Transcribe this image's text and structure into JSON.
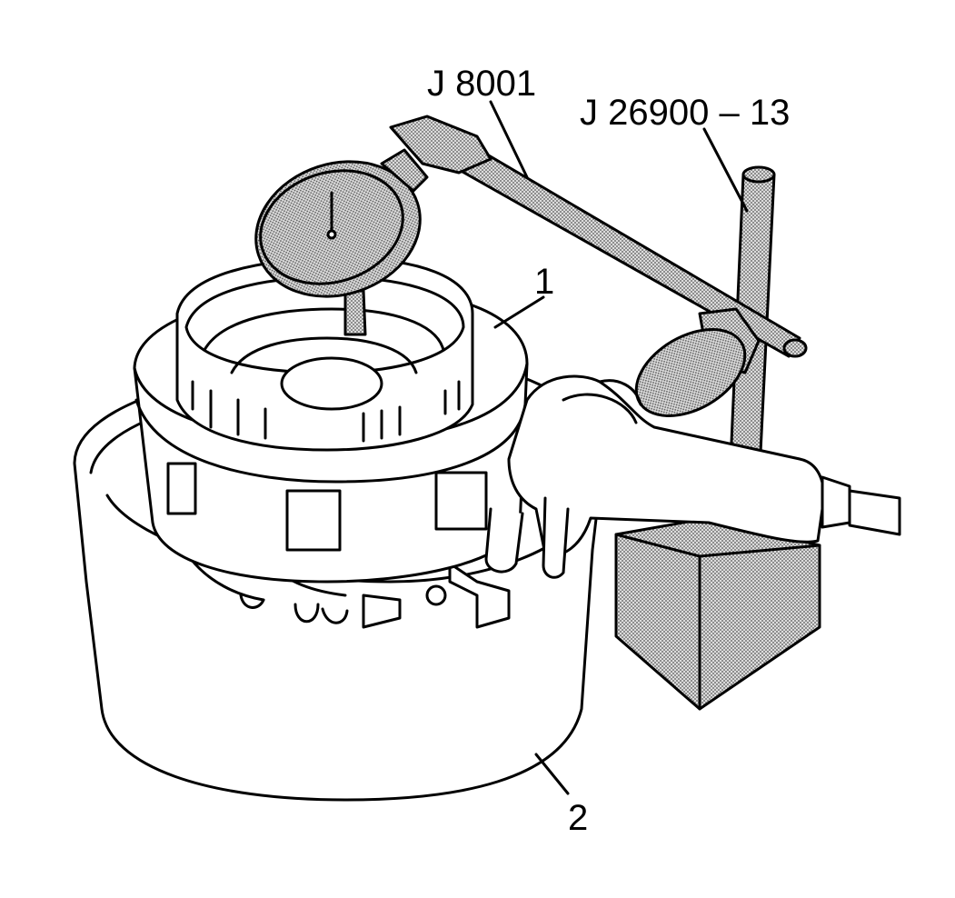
{
  "labels": {
    "tool_dial_indicator": "J 8001",
    "tool_stand_post": "J 26900 – 13",
    "part_1": "1",
    "part_2": "2"
  },
  "colors": {
    "ink": "#000000",
    "paper": "#ffffff",
    "tool_stipple": "#c8c8c8"
  }
}
